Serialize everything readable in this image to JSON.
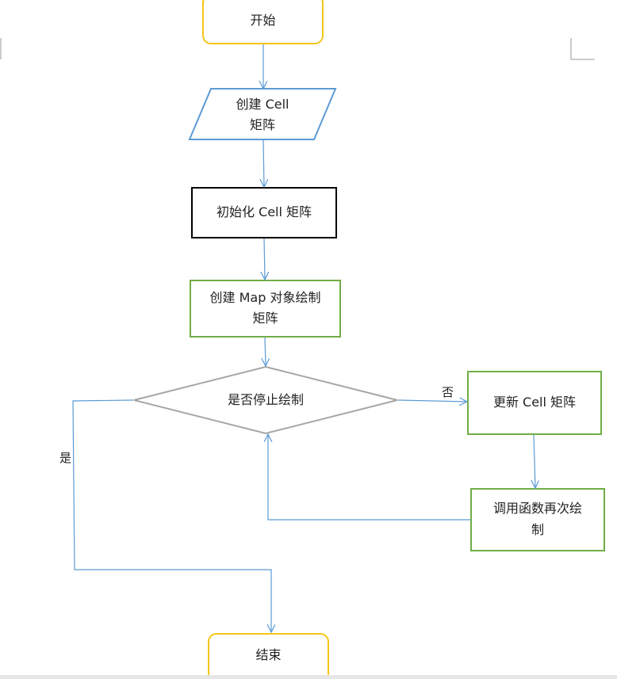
{
  "nodes": {
    "start": {
      "text": "开始",
      "color": "#f5c518"
    },
    "create_cell": {
      "line1": "创建 Cell",
      "line2": "矩阵",
      "color": "#5b9bd5"
    },
    "init_cell": {
      "text": "初始化 Cell 矩阵",
      "color": "#000000"
    },
    "create_map": {
      "line1": "创建 Map 对象绘制",
      "line2": "矩阵",
      "color": "#70ad47"
    },
    "decision": {
      "text": "是否停止绘制",
      "color": "#a6a6a6"
    },
    "update_cell": {
      "text": "更新 Cell 矩阵",
      "color": "#70ad47"
    },
    "redraw": {
      "line1": "调用函数再次绘",
      "line2": "制",
      "color": "#70ad47"
    },
    "end": {
      "text": "结束",
      "color": "#f5c518"
    }
  },
  "edge_labels": {
    "no": "否",
    "yes": "是"
  },
  "colors": {
    "arrow": "#5b9bd5"
  }
}
